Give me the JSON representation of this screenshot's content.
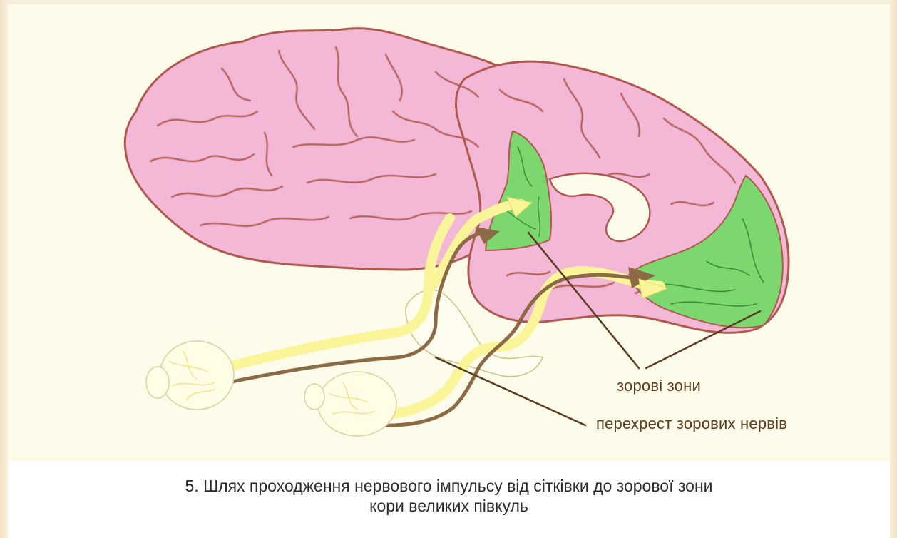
{
  "figure": {
    "labels": {
      "visual_zones": "зорові зони",
      "optic_chiasm": "перехрест зорових нервів"
    }
  },
  "caption": {
    "line1": "5. Шлях проходження нервового імпульсу від сітківки до зорової зони",
    "line2": "кори великих півкуль"
  },
  "colors": {
    "brain": "#f2b8d6",
    "brain_outline": "#b0594f",
    "sulci": "#b0594f",
    "visual_zone": "#7cd86e",
    "nerve_yellow": "#fbf59a",
    "nerve_brown": "#8b6a45",
    "background": "#fdfbe9"
  }
}
